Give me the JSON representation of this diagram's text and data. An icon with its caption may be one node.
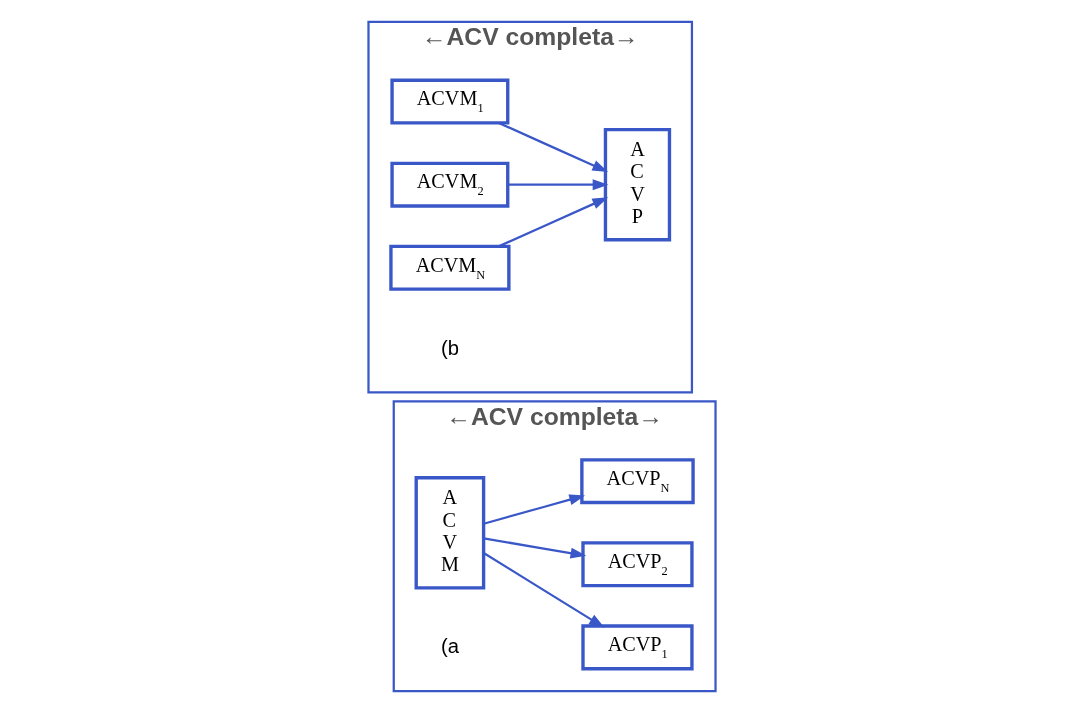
{
  "diagram": {
    "nodes": [
      {
        "text": [
          "←ACV completa→"
        ]
      },
      {
        "text": [
          "A C V M"
        ],
        "in": 0
      },
      {
        "text": [
          "ACVP$_{1}$"
        ],
        "in": 0
      },
      {
        "text": [
          "ACVP$_{2}$"
        ],
        "in": 0
      },
      {
        "text": [
          "ACVP$_{N}$"
        ],
        "in": 0
      },
      {
        "text": [
          "←ACV completa→"
        ]
      },
      {
        "text": [
          "ACVM$_{1}$"
        ],
        "in": 5
      },
      {
        "text": [
          "ACVM$_{2}$"
        ],
        "in": 5
      },
      {
        "text": [
          "ACVM$_{N}$"
        ],
        "in": 5
      },
      {
        "text": [
          "A C V P"
        ],
        "in": 5
      }
    ],
    "edges": [
      {
        "from": 1,
        "to": 2,
        "arrow": "to"
      },
      {
        "from": 1,
        "to": 3,
        "arrow": "to"
      },
      {
        "from": 1,
        "to": 4,
        "arrow": "to"
      },
      {
        "from": 6,
        "to": 9,
        "arrow": "to"
      },
      {
        "from": 7,
        "to": 9,
        "arrow": "to"
      },
      {
        "from": 8,
        "to": 9,
        "arrow": "to"
      }
    ],
    "labels": [
      "(a",
      "(b"
    ]
  }
}
